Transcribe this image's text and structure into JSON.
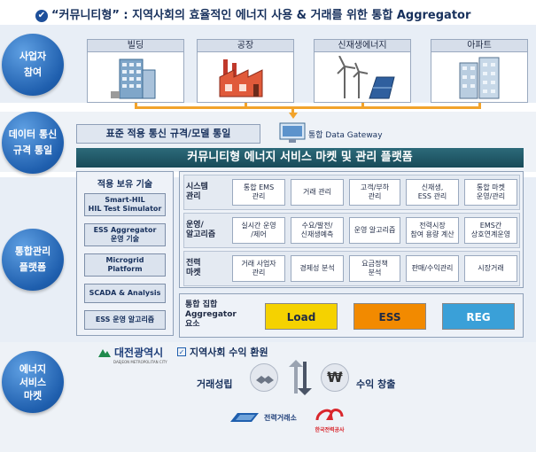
{
  "title": "“커뮤니티형” : 지역사회의 효율적인 에너지 사용 & 거래를 위한 통합 Aggregator",
  "circles": {
    "participation": [
      "사업자",
      "참여"
    ],
    "data": [
      "데이터 통신",
      "규격 통일"
    ],
    "platform": [
      "통합관리",
      "플랫폼"
    ],
    "market": [
      "에너지",
      "서비스",
      "마켓"
    ]
  },
  "participants": [
    "빌딩",
    "공장",
    "신재생에너지",
    "아파트"
  ],
  "gateway_label": "통합 Data Gateway",
  "standard_label": "표준 적용 통신 규격/모델 통일",
  "platform_title": "커뮤니티형 에너지 서비스 마켓 및 관리 플랫폼",
  "tech": {
    "header": "적용 보유 기술",
    "items": [
      [
        "Smart-HIL",
        "HIL Test Simulator"
      ],
      [
        "ESS Aggregator",
        "운영 기술"
      ],
      [
        "Microgrid",
        "Platform"
      ],
      [
        "SCADA & Analysis"
      ],
      [
        "ESS 운영 알고리즘"
      ]
    ]
  },
  "rows": [
    {
      "label": [
        "시스템",
        "관리"
      ],
      "cells": [
        [
          "통합 EMS",
          "관리"
        ],
        [
          "거래 관리"
        ],
        [
          "고객/부하",
          "관리"
        ],
        [
          "신재생,",
          "ESS 관리"
        ],
        [
          "통합 마켓",
          "운영/관리"
        ]
      ]
    },
    {
      "label": [
        "운영/",
        "알고리즘"
      ],
      "cells": [
        [
          "실시간 운영",
          "/제어"
        ],
        [
          "수요/발전/",
          "신재생예측"
        ],
        [
          "운영 알고리즘"
        ],
        [
          "전력시장",
          "참여 용량 계산"
        ],
        [
          "EMS간",
          "상호연계운영"
        ]
      ]
    },
    {
      "label": [
        "전력",
        "마켓"
      ],
      "cells": [
        [
          "거래 사업자",
          "관리"
        ],
        [
          "경제성 분석"
        ],
        [
          "요금정책",
          "분석"
        ],
        [
          "판매/수익관리"
        ],
        [
          "시장거래"
        ]
      ]
    }
  ],
  "aggregator": {
    "label": [
      "통합 집합",
      "Aggregator",
      "요소"
    ],
    "items": [
      "Load",
      "ESS",
      "REG"
    ],
    "colors": [
      "#f5d200",
      "#f28a00",
      "#3aa0d8"
    ]
  },
  "daejeon_logo": "대전광역시",
  "daejeon_sub": "DAEJEON METROPOLITAN CITY",
  "revenue_label": "지역사회 수익 환원",
  "trade_label": "거래성립",
  "profit_label": "수익 창출",
  "kpx_label": "전력거래소",
  "kepco_label": "한국전력공사",
  "colors": {
    "accent": "#1f5fae",
    "orange": "#f2a32b",
    "bar": "#184a58"
  }
}
